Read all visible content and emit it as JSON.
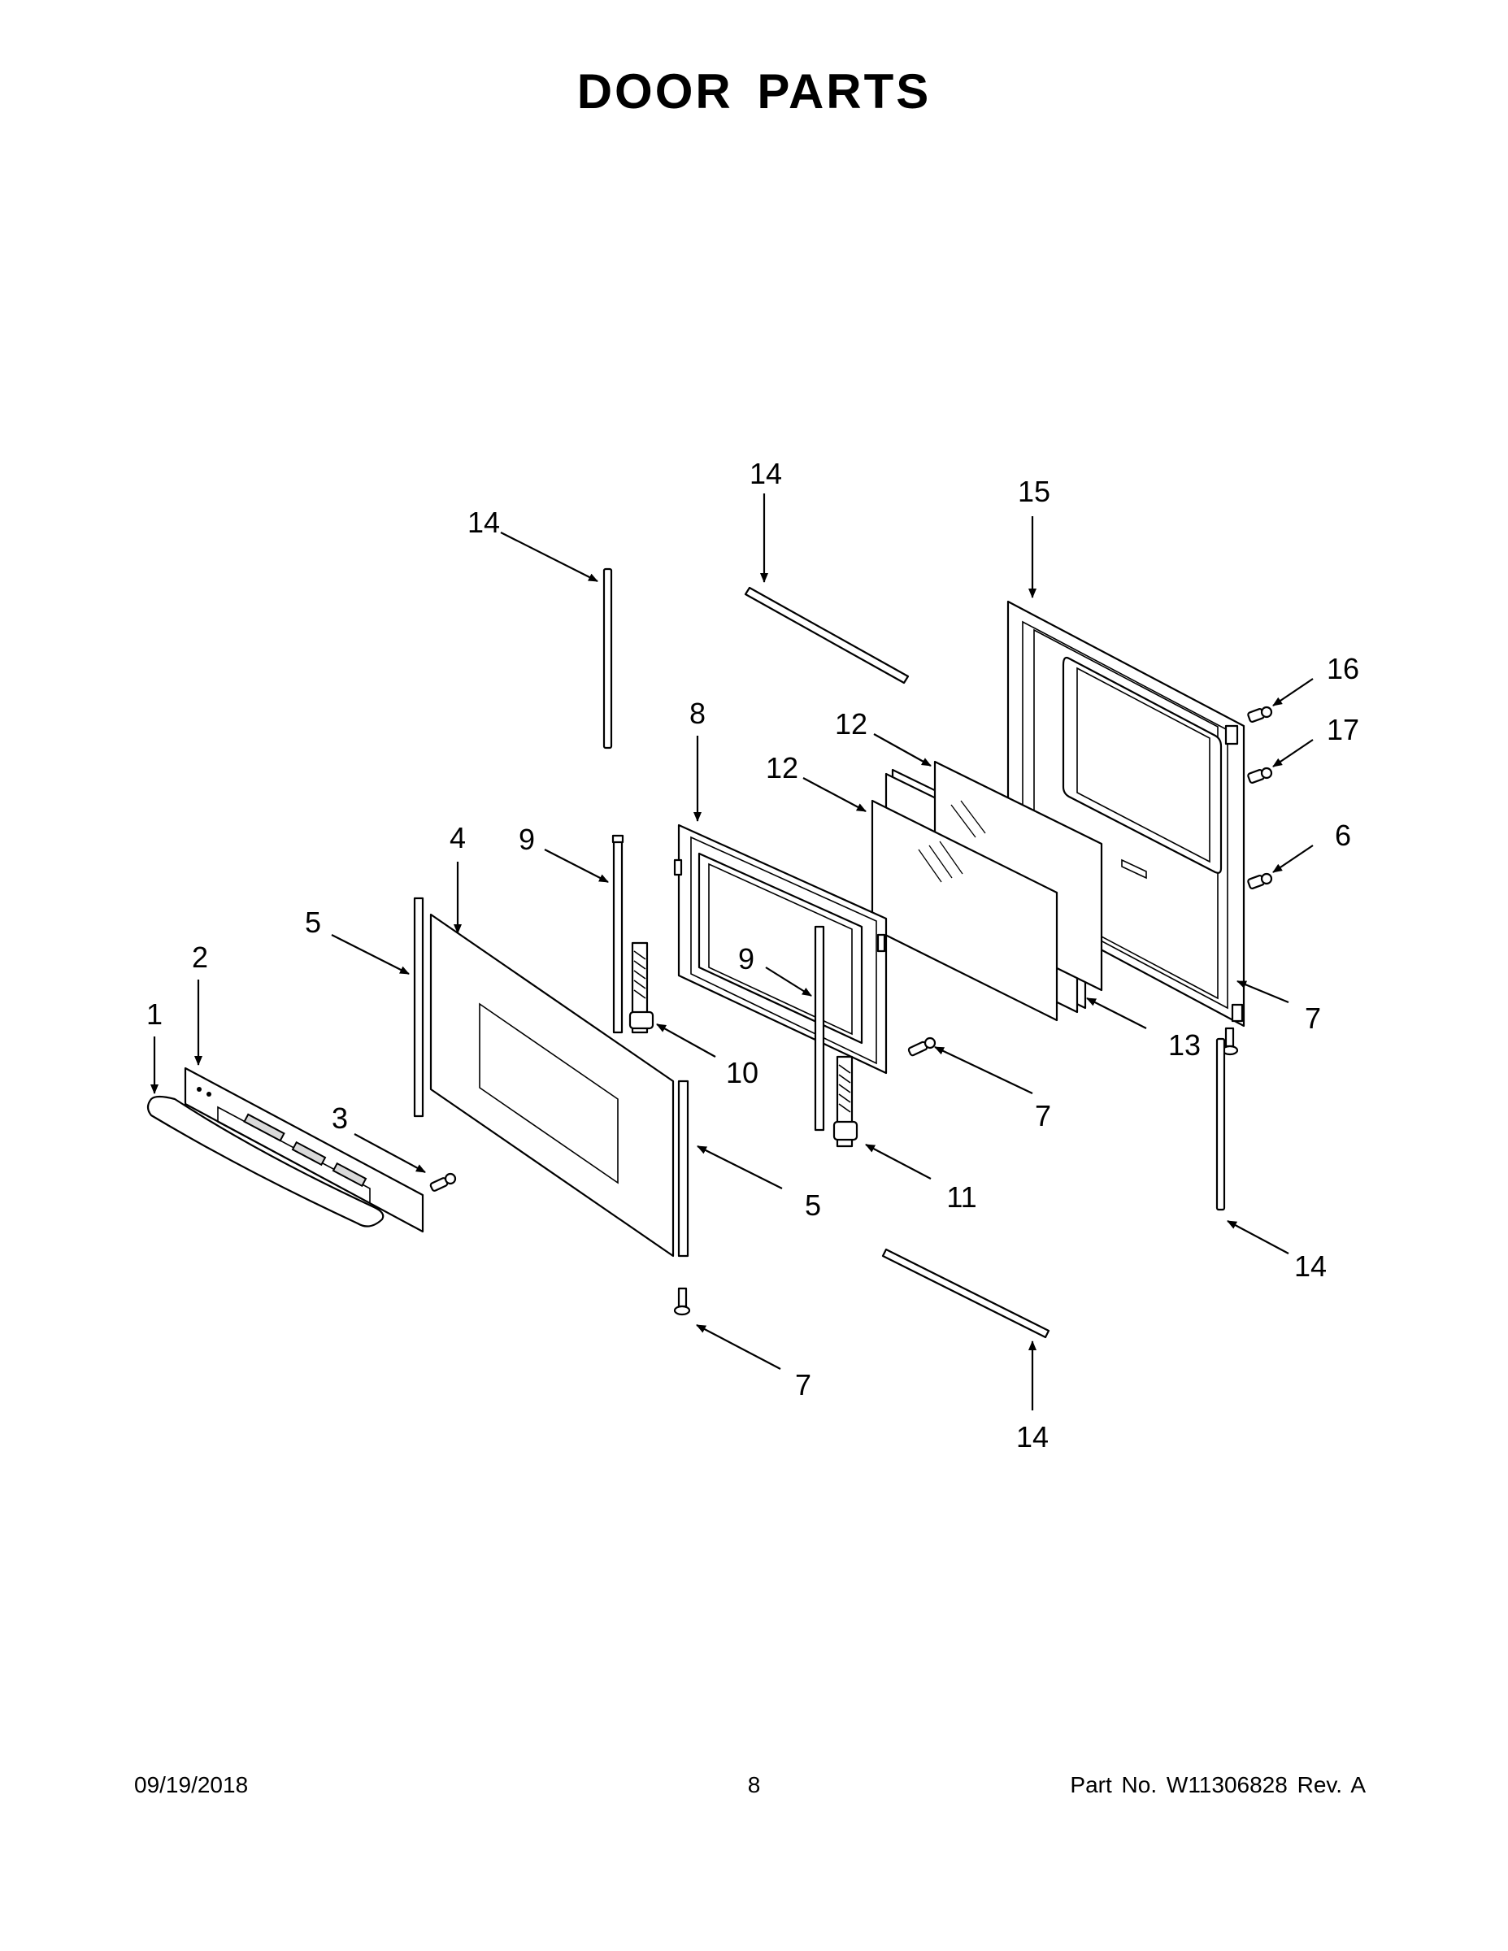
{
  "page": {
    "title": "DOOR PARTS",
    "footer": {
      "date": "09/19/2018",
      "page_number": "8",
      "part_info": "Part No.  W11306828  Rev.  A"
    }
  },
  "callouts": {
    "c1": "1",
    "c2": "2",
    "c3": "3",
    "c4": "4",
    "c5a": "5",
    "c5b": "5",
    "c6": "6",
    "c7a": "7",
    "c7b": "7",
    "c7c": "7",
    "c8": "8",
    "c9a": "9",
    "c9b": "9",
    "c10": "10",
    "c11": "11",
    "c12a": "12",
    "c12b": "12",
    "c13": "13",
    "c14a": "14",
    "c14b": "14",
    "c14c": "14",
    "c14d": "14",
    "c15": "15",
    "c16": "16",
    "c17": "17"
  }
}
